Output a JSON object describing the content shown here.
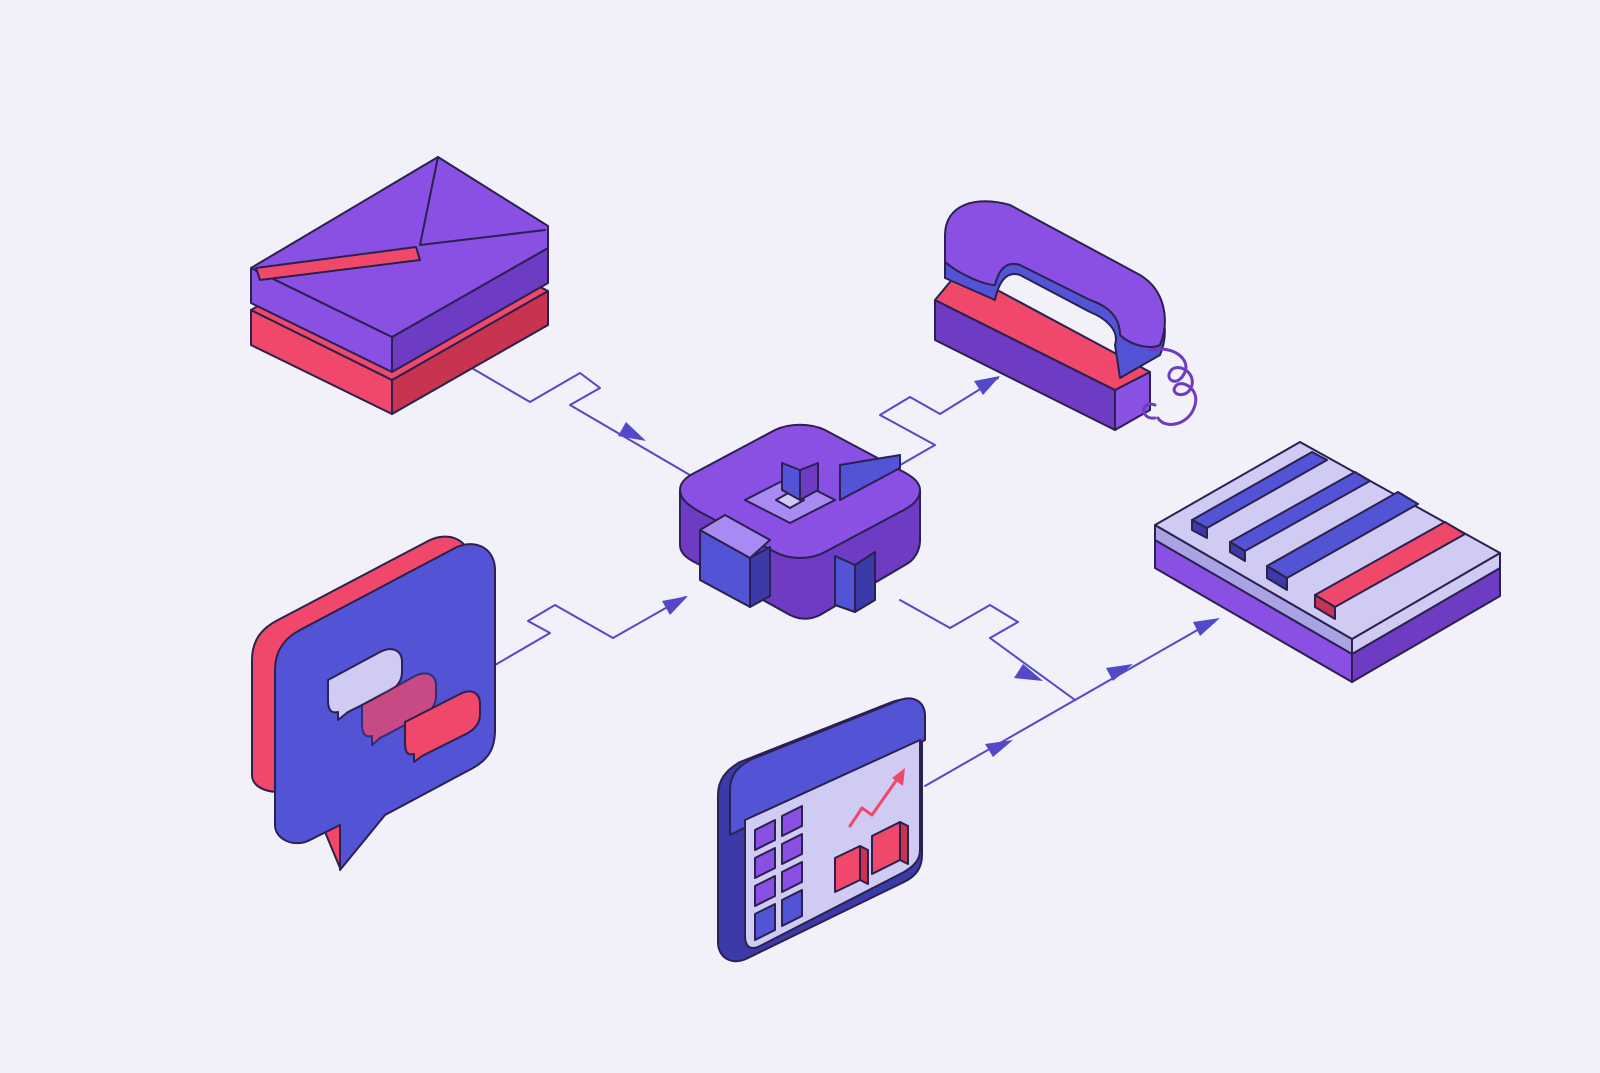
{
  "diagram": {
    "nodes": [
      {
        "id": "hub",
        "icon": "hub-icon"
      },
      {
        "id": "email",
        "icon": "envelope-icon"
      },
      {
        "id": "phone",
        "icon": "telephone-icon"
      },
      {
        "id": "chat",
        "icon": "chat-bubble-icon"
      },
      {
        "id": "dashboard",
        "icon": "analytics-dashboard-icon"
      },
      {
        "id": "list",
        "icon": "task-list-icon"
      }
    ],
    "edges": [
      {
        "from": "email",
        "to": "hub"
      },
      {
        "from": "chat",
        "to": "hub"
      },
      {
        "from": "hub",
        "to": "phone"
      },
      {
        "from": "hub",
        "to": "list"
      },
      {
        "from": "dashboard",
        "to": "list"
      }
    ]
  },
  "colors": {
    "background": "#f2f1f9",
    "outline": "#2a2150",
    "line": "#5348c8",
    "violet": "#8a4fe3",
    "violet_dark": "#6d3cc2",
    "violet_light": "#a98af3",
    "indigo": "#5353d6",
    "indigo_dark": "#3b3aa8",
    "coral": "#f0486a",
    "coral_dark": "#c8334f",
    "lavender": "#cfcbf2",
    "lavender_dark": "#a9a3e4"
  }
}
